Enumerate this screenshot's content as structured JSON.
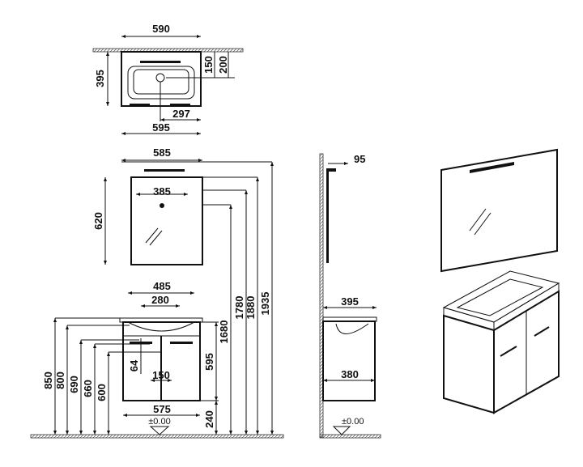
{
  "top_view": {
    "width_top": "590",
    "width_bottom": "595",
    "depth": "395",
    "tap_offset_1": "150",
    "tap_offset_2": "200",
    "drain_offset": "297"
  },
  "front_view": {
    "mirror_width": "585",
    "mirror_holes": "385",
    "mirror_height": "620",
    "h_1680": "1680",
    "h_1780": "1780",
    "h_1880": "1880",
    "h_1935": "1935",
    "basin_width": "485",
    "holes": "280",
    "h_850": "850",
    "h_800": "800",
    "h_690": "690",
    "h_660": "660",
    "h_600": "600",
    "d_64": "64",
    "d_150": "150",
    "cab_height": "595",
    "cab_width": "575",
    "floor_gap": "240",
    "level": "±0.00"
  },
  "side_view": {
    "light_depth": "95",
    "depth_top": "395",
    "depth_cab": "380",
    "level": "±0.00"
  }
}
